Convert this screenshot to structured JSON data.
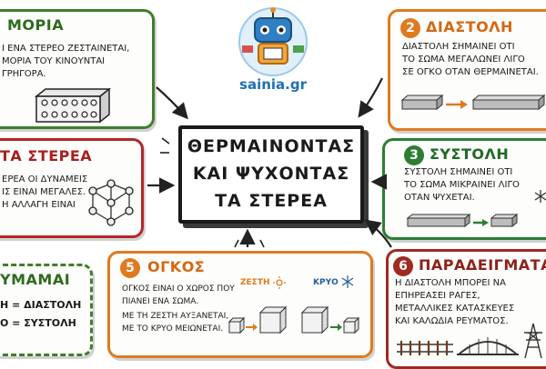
{
  "logo": {
    "text": "sainia.gr"
  },
  "center": {
    "line1": "ΘΕΡΜΑΙΝΟΝΤΑΣ",
    "line2": "ΚΑΙ ΨΥΧΟΝΤΑΣ",
    "line3": "ΤΑ ΣΤΕΡΕΑ"
  },
  "card_moria": {
    "title": "ΜΟΡΙΑ",
    "lines": [
      "Ι ΕΝΑ ΣΤΕΡΕΟ ΖΕΣΤΑΙΝΕΤΑΙ,",
      "ΜΟΡΙΑ ΤΟΥ ΚΙΝΟΥΝΤΑΙ",
      "ΓΡΗΓΟΡΑ."
    ],
    "color": "#3f7f2a"
  },
  "card_diastoli": {
    "number": "2",
    "title": "ΔΙΑΣΤΟΛΗ",
    "lines": [
      "ΔΙΑΣΤΟΛΗ ΣΗΜΑΙΝΕΙ ΟΤΙ",
      "ΤΟ ΣΩΜΑ ΜΕΓΑΛΩΝΕΙ ΛΙΓΟ",
      "ΣΕ ΟΓΚΟ ΟΤΑΝ ΘΕΡΜΑΙΝΕΤΑΙ."
    ],
    "color": "#e07a1e"
  },
  "card_sterea": {
    "title": "ΤΑ ΣΤΕΡΕΑ",
    "lines": [
      "ΕΡΕΑ ΟΙ ΔΥΝΑΜΕΙΣ",
      "ΙΣ ΕΙΝΑΙ ΜΕΓΑΛΕΣ.",
      "Η ΑΛΛΑΓΗ ΕΙΝΑΙ"
    ],
    "color": "#b3262a"
  },
  "card_systoli": {
    "number": "3",
    "title": "ΣΥΣΤΟΛΗ",
    "lines": [
      "ΣΥΣΤΟΛΗ ΣΗΜΑΙΝΕΙ ΟΤΙ",
      "ΤΟ ΣΩΜΑ ΜΙΚΡΑΙΝΕΙ ΛΙΓΟ",
      "ΟΤΑΝ ΨΥΧΕΤΑΙ."
    ],
    "color": "#2e7d32"
  },
  "card_thymamai": {
    "title": "ΥΜΑΜΑΙ",
    "line1": "Η = ΔΙΑΣΤΟΛΗ",
    "line2": "Ο = ΣΥΣΤΟΛΗ",
    "color": "#3f7f2a"
  },
  "card_ogkos": {
    "number": "5",
    "title": "ΟΓΚΟΣ",
    "lines": [
      "ΟΓΚΟΣ ΕΙΝΑΙ Ο ΧΩΡΟΣ ΠΟΥ",
      "ΠΙΑΝΕΙ ΕΝΑ ΣΩΜΑ.",
      "ΜΕ ΤΗ ΖΕΣΤΗ ΑΥΞΑΝΕΤΑΙ,",
      "ΜΕ ΤΟ ΚΡΥΟ ΜΕΙΩΝΕΤΑΙ."
    ],
    "hot_label": "ΖΕΣΤΗ",
    "cold_label": "ΚΡΥΟ",
    "color": "#e07a1e"
  },
  "card_paradeigmata": {
    "number": "6",
    "title": "ΠΑΡΑΔΕΙΓΜΑΤΑ",
    "lines": [
      "Η ΔΙΑΣΤΟΛΗ ΜΠΟΡΕΙ ΝΑ",
      "ΕΠΗΡΕΑΣΕΙ ΡΑΓΕΣ,",
      "ΜΕΤΑΛΛΙΚΕΣ ΚΑΤΑΣΚΕΥΕΣ",
      "ΚΑΙ ΚΑΛΩΔΙΑ ΡΕΥΜΑΤΟΣ."
    ],
    "color": "#9e2a22"
  },
  "icons": {
    "robot": "robot-mascot-icon",
    "block": "brick-with-holes-icon",
    "lattice": "particle-lattice-icon",
    "sun": "sun-icon",
    "snowflake": "snowflake-icon",
    "rails": "railway-tracks-icon",
    "bridge": "bridge-icon",
    "pylon": "power-pylon-icon"
  }
}
